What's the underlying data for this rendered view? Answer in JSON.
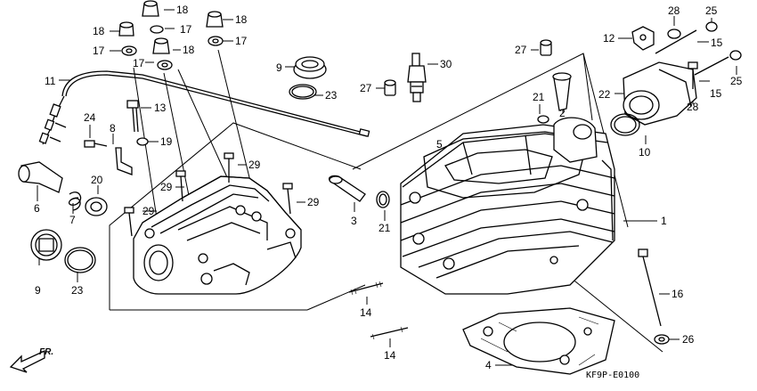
{
  "diagram": {
    "code": "KF9P-E0100",
    "direction_label": "FR.",
    "callouts": [
      "1",
      "2",
      "3",
      "4",
      "5",
      "6",
      "7",
      "8",
      "9",
      "10",
      "11",
      "12",
      "13",
      "14",
      "15",
      "16",
      "17",
      "18",
      "19",
      "20",
      "21",
      "22",
      "23",
      "24",
      "25",
      "26",
      "27",
      "28",
      "29",
      "30"
    ]
  }
}
